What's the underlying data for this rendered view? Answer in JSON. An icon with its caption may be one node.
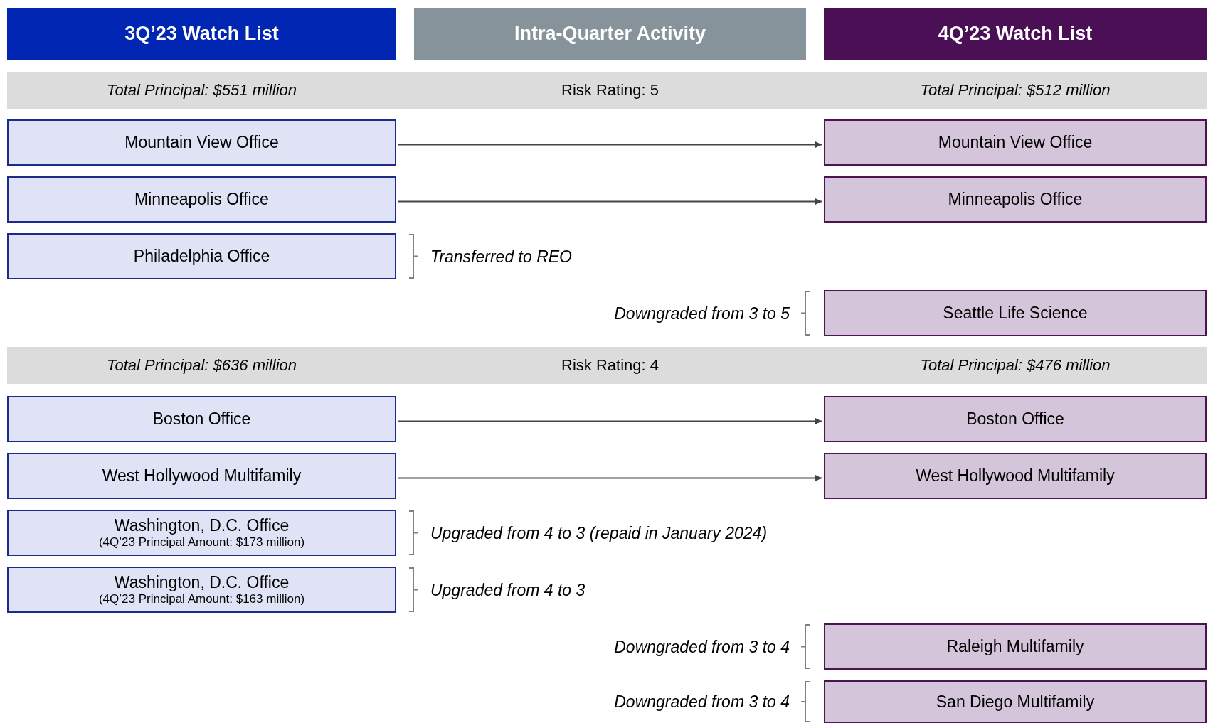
{
  "diagram": {
    "nodes": [
      {
        "text": [
          "3Q’23 Watch List"
        ]
      },
      {
        "text": [
          "Intra-Quarter Activity"
        ]
      },
      {
        "text": [
          "4Q’23 Watch List"
        ]
      },
      {
        "text": [
          "Total Principal: $551 million",
          "Risk Rating: 5",
          "Total Principal: $512 million"
        ]
      },
      {
        "text": [
          "Mountain View Office"
        ]
      },
      {
        "text": [
          "Mountain View Office"
        ]
      },
      {
        "text": [
          "Minneapolis Office"
        ]
      },
      {
        "text": [
          "Minneapolis Office"
        ]
      },
      {
        "text": [
          "Philadelphia Office"
        ],
        "beside": [
          "Transferred to REO"
        ]
      },
      {
        "text": [
          "Seattle Life Science"
        ],
        "beside": [
          "Downgraded from 3 to 5"
        ]
      },
      {
        "text": [
          "Total Principal: $636 million",
          "Risk Rating: 4",
          "Total Principal: $476 million"
        ]
      },
      {
        "text": [
          "Boston Office"
        ]
      },
      {
        "text": [
          "Boston Office"
        ]
      },
      {
        "text": [
          "West Hollywood Multifamily"
        ]
      },
      {
        "text": [
          "West Hollywood Multifamily"
        ]
      },
      {
        "text": [
          "Washington, D.C. Office",
          "(4Q’23 Principal Amount: $173 million)"
        ],
        "beside": [
          "Upgraded from 4 to 3 (repaid in January 2024)"
        ]
      },
      {
        "text": [
          "Washington, D.C. Office",
          "(4Q’23 Principal Amount: $163 million)"
        ],
        "beside": [
          "Upgraded from 4 to 3"
        ]
      },
      {
        "text": [
          "Raleigh Multifamily"
        ],
        "beside": [
          "Downgraded from 3 to 4"
        ]
      },
      {
        "text": [
          "San Diego Multifamily"
        ],
        "beside": [
          "Downgraded from 3 to 4"
        ]
      }
    ],
    "edges": [
      {
        "from": 4,
        "to": 5,
        "arrow": "to"
      },
      {
        "from": 6,
        "to": 7,
        "arrow": "to"
      },
      {
        "from": 11,
        "to": 12,
        "arrow": "to"
      },
      {
        "from": 13,
        "to": 14,
        "arrow": "to"
      }
    ]
  }
}
